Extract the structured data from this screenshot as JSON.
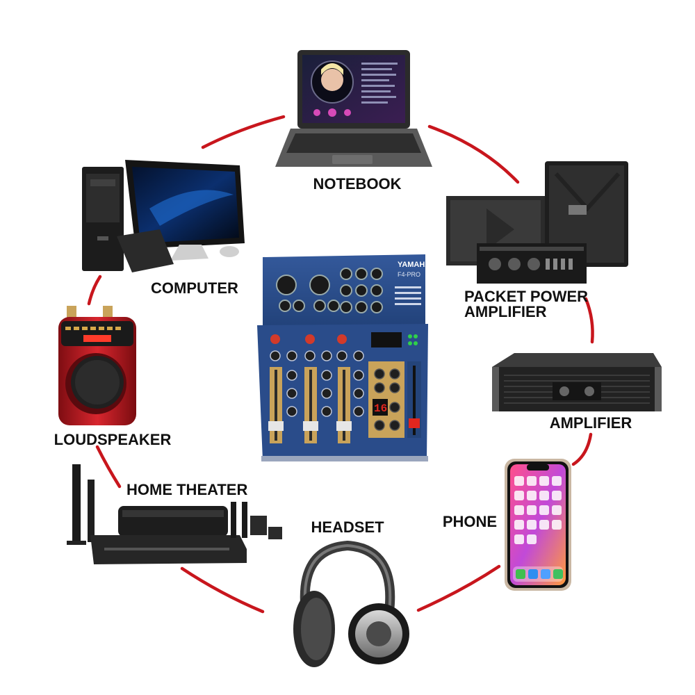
{
  "colors": {
    "connector": "#c8161d",
    "label": "#111111",
    "mixer_body": "#2c4e8e",
    "mixer_gold": "#c9a35a",
    "mixer_red_display": "#e0261e",
    "loudspeaker_red": "#c41c24"
  },
  "center": {
    "device": "mixer",
    "brand": "YAMAHA",
    "model": "F4-PRO",
    "icon": "audio-mixer-icon"
  },
  "devices": [
    {
      "id": "notebook",
      "label": "NOTEBOOK",
      "icon": "laptop-icon"
    },
    {
      "id": "packet-power-amplifier",
      "label_line1": "PACKET POWER",
      "label_line2": "AMPLIFIER",
      "icon": "speaker-amplifier-icon"
    },
    {
      "id": "amplifier",
      "label": "AMPLIFIER",
      "icon": "rack-amplifier-icon"
    },
    {
      "id": "phone",
      "label": "PHONE",
      "icon": "smartphone-icon"
    },
    {
      "id": "headset",
      "label": "HEADSET",
      "icon": "headphones-icon"
    },
    {
      "id": "home-theater",
      "label": "HOME THEATER",
      "icon": "home-theater-icon"
    },
    {
      "id": "loudspeaker",
      "label": "LOUDSPEAKER",
      "icon": "portable-speaker-icon"
    },
    {
      "id": "computer",
      "label": "COMPUTER",
      "icon": "desktop-computer-icon"
    }
  ]
}
